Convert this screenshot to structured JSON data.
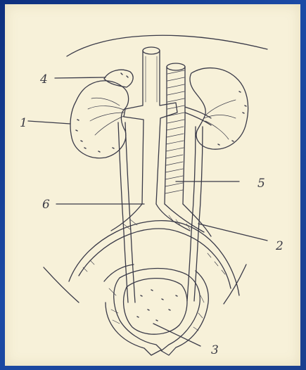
{
  "labels": [
    "1",
    "2",
    "3",
    "4",
    "5",
    "6"
  ],
  "ink_color": "#3a3a48",
  "paper_color": "#f7f1d9",
  "frame_color": "#163f93"
}
